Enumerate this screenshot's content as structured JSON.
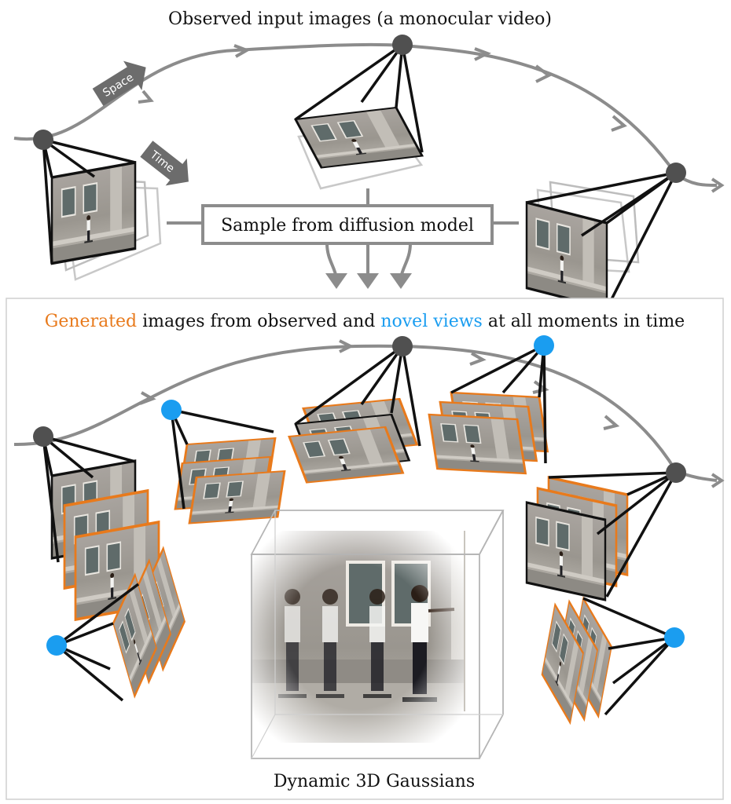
{
  "top": {
    "title": "Observed input images (a monocular video)",
    "space_label": "Space",
    "time_label": "Time",
    "sample_box": "Sample from diffusion model"
  },
  "bottom": {
    "caption_generated": "Generated",
    "caption_middle": " images from observed and ",
    "caption_novel": "novel views",
    "caption_end": " at all moments in time",
    "cube_label": "Dynamic 3D Gaussians"
  },
  "colors": {
    "observed_camera": "#505050",
    "novel_camera": "#1a9df0",
    "generated_frame": "#e87a1c",
    "path": "#8c8c8c",
    "novel_text": "#1a9df0",
    "generated_text": "#e87a1c"
  }
}
